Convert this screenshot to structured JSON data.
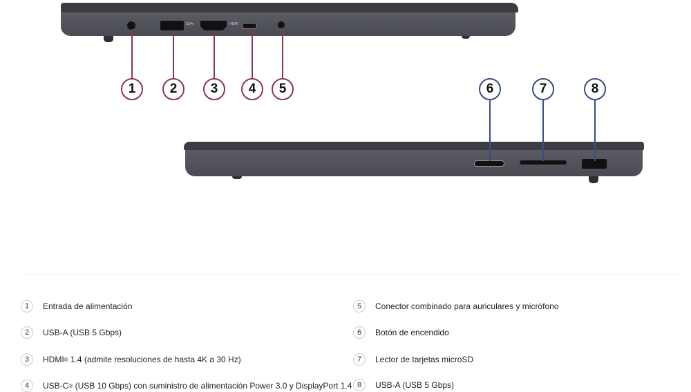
{
  "callouts_left": [
    "1",
    "2",
    "3",
    "4",
    "5"
  ],
  "callouts_right": [
    "6",
    "7",
    "8"
  ],
  "port_labels": {
    "hdmi": "HDMI",
    "usb_ss": "SS⇆"
  },
  "accent_colors": {
    "left_callouts": "#8b3552",
    "right_callouts": "#3c4a86"
  },
  "legend": [
    {
      "num": "1",
      "text": "Entrada de alimentación"
    },
    {
      "num": "2",
      "text": "USB-A (USB 5 Gbps)"
    },
    {
      "num": "3",
      "text": "HDMI",
      "sup": "®",
      "rest": " 1.4 (admite resoluciones de hasta 4K a 30 Hz)"
    },
    {
      "num": "4",
      "text": "USB-C",
      "sup": "®",
      "rest": " (USB 10 Gbps) con suministro de alimentación Power 3.0 y DisplayPort 1.4"
    },
    {
      "num": "5",
      "text": "Conector combinado para auriculares y micrófono"
    },
    {
      "num": "6",
      "text": "Botón de encendido"
    },
    {
      "num": "7",
      "text": "Lector de tarjetas microSD"
    },
    {
      "num": "8",
      "text": "USB-A (USB 5 Gbps)"
    }
  ]
}
